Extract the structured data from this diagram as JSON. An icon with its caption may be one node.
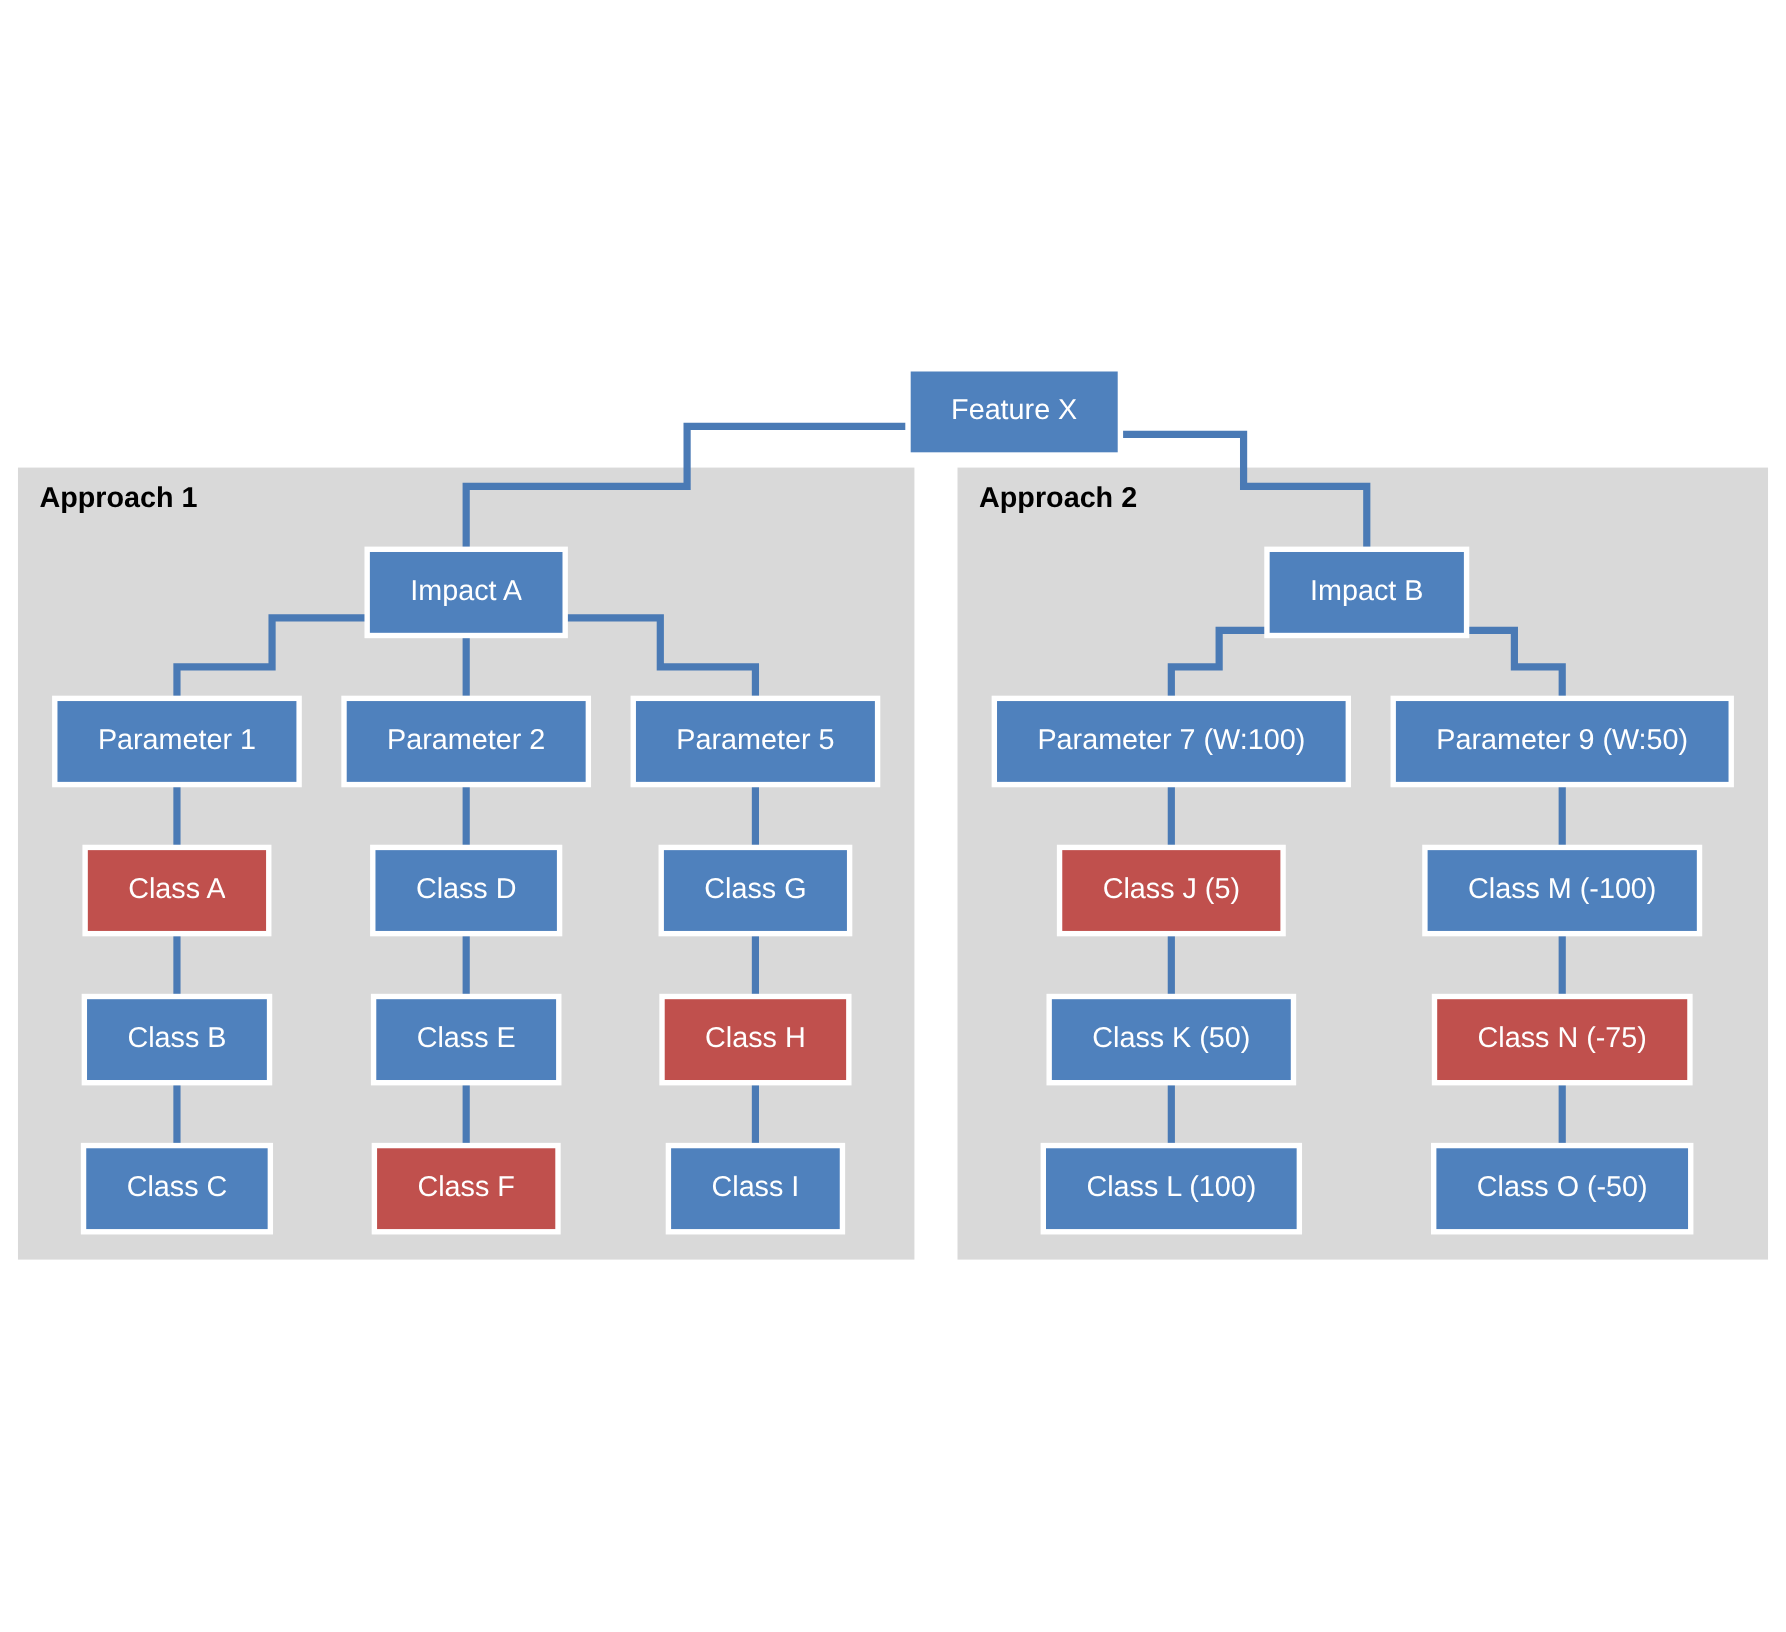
{
  "diagram": {
    "nodes": [
      {
        "text": [
          "Approach 1"
        ]
      },
      {
        "text": [
          "Approach 2"
        ]
      },
      {
        "text": [
          "Feature X"
        ]
      },
      {
        "text": [
          "Impact A"
        ],
        "in": 0
      },
      {
        "text": [
          "Impact B"
        ],
        "in": 1
      },
      {
        "text": [
          "Parameter 1"
        ],
        "in": 0
      },
      {
        "text": [
          "Parameter 2"
        ],
        "in": 0
      },
      {
        "text": [
          "Parameter 5"
        ],
        "in": 0
      },
      {
        "text": [
          "Parameter 7 (W:100)"
        ],
        "in": 1
      },
      {
        "text": [
          "Parameter 9 (W:50)"
        ],
        "in": 1
      },
      {
        "text": [
          "Class A"
        ],
        "in": 0
      },
      {
        "text": [
          "Class D"
        ],
        "in": 0
      },
      {
        "text": [
          "Class G"
        ],
        "in": 0
      },
      {
        "text": [
          "Class J (5)"
        ],
        "in": 1
      },
      {
        "text": [
          "Class M (-100)"
        ],
        "in": 1
      },
      {
        "text": [
          "Class B"
        ],
        "in": 0
      },
      {
        "text": [
          "Class E"
        ],
        "in": 0
      },
      {
        "text": [
          "Class H"
        ],
        "in": 0
      },
      {
        "text": [
          "Class K (50)"
        ],
        "in": 1
      },
      {
        "text": [
          "Class N (-75)"
        ],
        "in": 1
      },
      {
        "text": [
          "Class C"
        ],
        "in": 0
      },
      {
        "text": [
          "Class F"
        ],
        "in": 0
      },
      {
        "text": [
          "Class I"
        ],
        "in": 0
      },
      {
        "text": [
          "Class L (100)"
        ],
        "in": 1
      },
      {
        "text": [
          "Class O (-50)"
        ],
        "in": 1
      }
    ],
    "edges": [
      {
        "from": 2,
        "to": 3,
        "arrow": "none"
      },
      {
        "from": 2,
        "to": 4,
        "arrow": "none"
      },
      {
        "from": 3,
        "to": 5,
        "arrow": "none"
      },
      {
        "from": 3,
        "to": 6,
        "arrow": "none"
      },
      {
        "from": 3,
        "to": 7,
        "arrow": "none"
      },
      {
        "from": 4,
        "to": 8,
        "arrow": "none"
      },
      {
        "from": 4,
        "to": 9,
        "arrow": "none"
      },
      {
        "from": 5,
        "to": 10,
        "arrow": "none"
      },
      {
        "from": 6,
        "to": 11,
        "arrow": "none"
      },
      {
        "from": 7,
        "to": 12,
        "arrow": "none"
      },
      {
        "from": 8,
        "to": 13,
        "arrow": "none"
      },
      {
        "from": 9,
        "to": 14,
        "arrow": "none"
      },
      {
        "from": 10,
        "to": 15,
        "arrow": "none"
      },
      {
        "from": 11,
        "to": 16,
        "arrow": "none"
      },
      {
        "from": 12,
        "to": 17,
        "arrow": "none"
      },
      {
        "from": 13,
        "to": 18,
        "arrow": "none"
      },
      {
        "from": 14,
        "to": 19,
        "arrow": "none"
      },
      {
        "from": 15,
        "to": 20,
        "arrow": "none"
      },
      {
        "from": 16,
        "to": 21,
        "arrow": "none"
      },
      {
        "from": 17,
        "to": 22,
        "arrow": "none"
      },
      {
        "from": 18,
        "to": 23,
        "arrow": "none"
      },
      {
        "from": 19,
        "to": 24,
        "arrow": "none"
      }
    ]
  }
}
